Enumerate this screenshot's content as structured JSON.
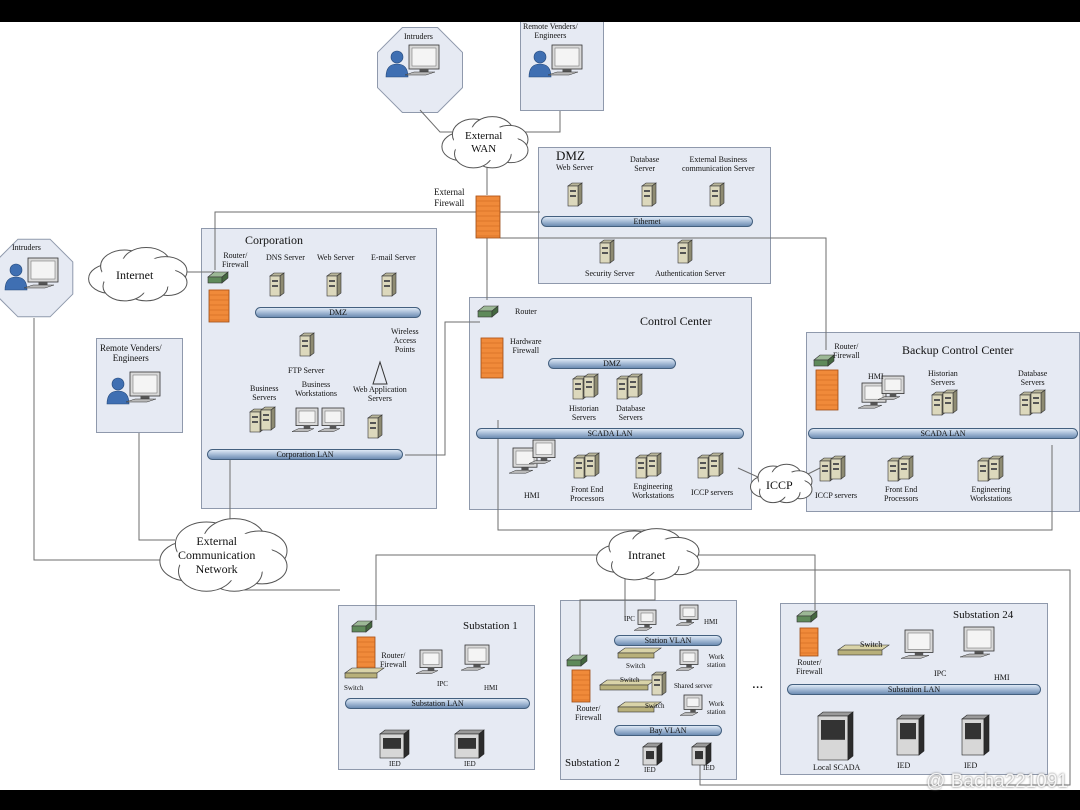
{
  "top_left": {
    "intruders": "Intruders",
    "remote": "Remote Venders/\nEngineers",
    "internet": "Internet"
  },
  "top": {
    "intruders": "Intruders",
    "remote": "Remote Venders/\nEngineers",
    "external_wan": "External\nWAN",
    "external_firewall": "External\nFirewall"
  },
  "dmz": {
    "title": "DMZ",
    "web_server": "Web Server",
    "database_server": "Database\nServer",
    "ext_business": "External Business\ncommunication Server",
    "bus": "Ethernet",
    "security_server": "Security Server",
    "auth_server": "Authentication Server"
  },
  "corporation": {
    "title": "Corporation",
    "router": "Router/\nFirewall",
    "dns": "DNS Server",
    "web": "Web Server",
    "email": "E-mail Server",
    "dmz_bus": "DMZ",
    "wireless": "Wireless\nAccess\nPoints",
    "ftp": "FTP Server",
    "business_servers": "Business\nServers",
    "business_ws": "Business\nWorkstations",
    "webapp": "Web Application\nServers",
    "lan": "Corporation LAN"
  },
  "control_center": {
    "title": "Control Center",
    "router": "Router",
    "hw_firewall": "Hardware\nFirewall",
    "dmz_bus": "DMZ",
    "historian": "Historian\nServers",
    "database": "Database\nServers",
    "scada_lan": "SCADA LAN",
    "hmi": "HMI",
    "fep": "Front End\nProcessors",
    "eng_ws": "Engineering\nWorkstations",
    "iccp": "ICCP servers"
  },
  "iccp_cloud": "ICCP",
  "backup": {
    "title": "Backup Control Center",
    "router": "Router/\nFirewall",
    "hmi": "HMI",
    "historian": "Historian\nServers",
    "database": "Database\nServers",
    "scada_lan": "SCADA LAN",
    "iccp": "ICCP servers",
    "fep": "Front End\nProcessors",
    "eng_ws": "Engineering\nWorkstations"
  },
  "ext_comm": "External\nCommunication\nNetwork",
  "intranet": "Intranet",
  "substation1": {
    "title": "Substation 1",
    "router": "Router/\nFirewall",
    "switch": "Switch",
    "ipc": "IPC",
    "hmi": "HMI",
    "lan": "Substation LAN",
    "ied1": "IED",
    "ied2": "IED"
  },
  "substation2": {
    "title": "Substation 2",
    "ipc": "IPC",
    "hmi": "HMI",
    "station_vlan": "Station VLAN",
    "switch1": "Switch",
    "switch2": "Switch",
    "switch3": "Switch",
    "workstation1": "Work\nstation",
    "shared_server": "Shared server",
    "workstation2": "Work\nstation",
    "router": "Router/\nFirewall",
    "bay_vlan": "Bay VLAN",
    "ied1": "IED",
    "ied2": "IED"
  },
  "ellipsis": "...",
  "substation24": {
    "title": "Substation 24",
    "router": "Router/\nFirewall",
    "switch": "Switch",
    "ipc": "IPC",
    "hmi": "HMI",
    "lan": "Substation LAN",
    "local_scada": "Local SCADA",
    "ied1": "IED",
    "ied2": "IED"
  },
  "watermark": "@ Bacha221091"
}
